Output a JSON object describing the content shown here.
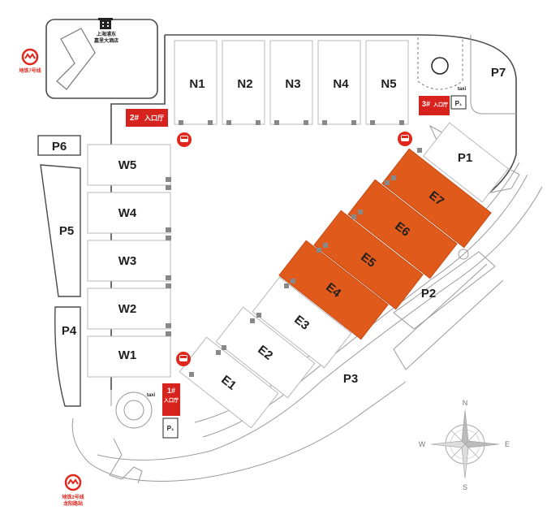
{
  "colors": {
    "highlight_hall": "#e05a1c",
    "entrance_badge": "#d6231e",
    "metro_red": "#e1261c",
    "outline": "#4a4a4a"
  },
  "halls": {
    "north": [
      "N1",
      "N2",
      "N3",
      "N4",
      "N5"
    ],
    "west": [
      "W5",
      "W4",
      "W3",
      "W2",
      "W1"
    ],
    "east": [
      "E1",
      "E2",
      "E3",
      "E4",
      "E5",
      "E6",
      "E7"
    ],
    "highlighted": [
      "E4",
      "E5",
      "E6",
      "E7"
    ]
  },
  "parking": [
    "P1",
    "P2",
    "P3",
    "P4",
    "P5",
    "P6",
    "P7"
  ],
  "entrances": [
    {
      "number": "1#",
      "label": "入口厅"
    },
    {
      "number": "2#",
      "label": "入口厅"
    },
    {
      "number": "3#",
      "label": "入口厅"
    }
  ],
  "metro": {
    "line7": "地铁7号线",
    "line2_1": "地铁2号线",
    "line2_2": "龙阳路站",
    "metro_icon": "metro-logo-icon"
  },
  "building": {
    "line1": "上海浦东",
    "line2": "嘉里大酒店",
    "icon": "hotel-building-icon"
  },
  "icons": {
    "bus": "bus-icon",
    "taxi": "taxi-icon",
    "parking_sign": "parking-sign-icon",
    "compass": "compass-rose-icon"
  },
  "compass": {
    "n": "N",
    "s": "S",
    "e": "E",
    "w": "W"
  },
  "taxi_label": "taxi",
  "parking_sign_label": "P₁"
}
